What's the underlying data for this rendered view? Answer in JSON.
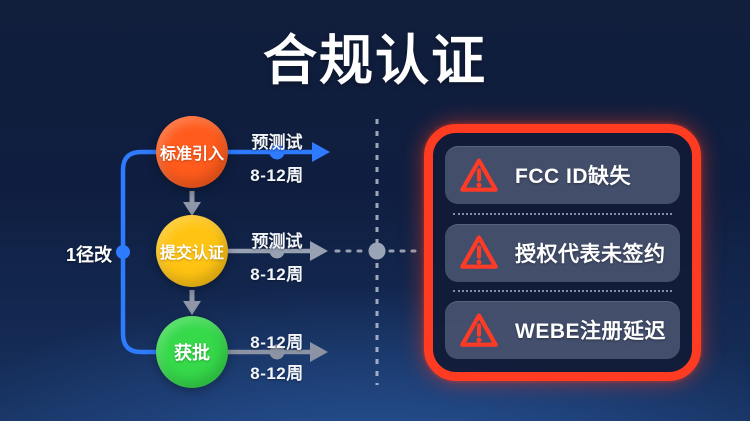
{
  "title": "合规认证",
  "flow": {
    "branch_label": "1径改",
    "nodes": [
      {
        "name": "standard-intro",
        "label": "标准引入",
        "color": "#ff5b1c"
      },
      {
        "name": "submit-certification",
        "label": "提交认证",
        "color": "#ffc413"
      },
      {
        "name": "approved",
        "label": "获批",
        "color": "#35d94a"
      }
    ],
    "edges": [
      {
        "top_label": "预测试",
        "bottom_label": "8-12周"
      },
      {
        "top_label": "预测试",
        "bottom_label": "8-12周"
      },
      {
        "top_label": "8-12周",
        "bottom_label": "8-12周"
      }
    ]
  },
  "issues": {
    "items": [
      {
        "icon": "warning-triangle-icon",
        "label": "FCC ID缺失"
      },
      {
        "icon": "warning-triangle-icon",
        "label": "授权代表未签约"
      },
      {
        "icon": "warning-triangle-icon",
        "label": "WEBE注册延迟"
      }
    ]
  },
  "colors": {
    "background_top": "#111e3c",
    "background_bottom": "#1c3a6a",
    "blue_line": "#2e7bff",
    "gray_line": "#98a1b2",
    "panel_border": "#ff3c22",
    "warning_icon": "#ff3b26",
    "card_bg": "rgba(142,156,184,0.40)"
  }
}
